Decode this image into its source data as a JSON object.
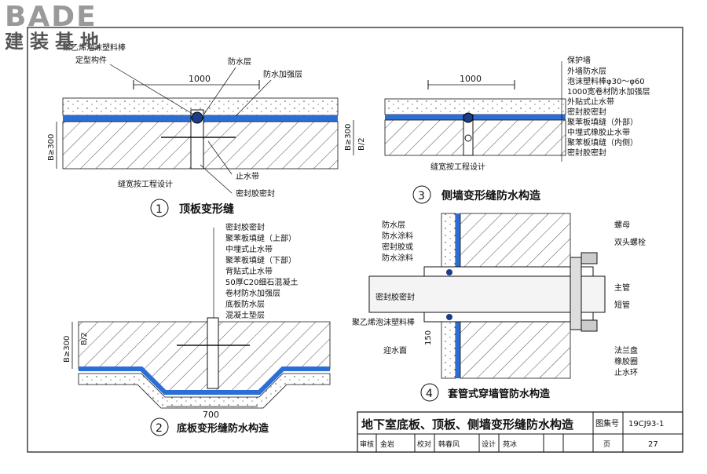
{
  "watermark": {
    "brand": "BADE",
    "cn": "建装基地"
  },
  "detail1": {
    "number": "1",
    "title": "顶板变形缝",
    "dim_width": "1000",
    "dim_height": "B≥300",
    "labels": {
      "foam": "聚乙烯泡沫塑料棒",
      "fixture": "定型构件",
      "waterproof": "防水层",
      "reinforce": "防水加强层",
      "waterstop": "止水带",
      "joint_width": "缝宽按工程设计",
      "sealant": "密封胶密封"
    }
  },
  "detail2": {
    "number": "2",
    "title": "底板变形缝防水构造",
    "dim_width": "700",
    "dim_height": "B≥300",
    "dim_half": "B/2",
    "labels": [
      "密封胶密封",
      "聚苯板填缝（上部）",
      "中埋式止水带",
      "聚苯板填缝（下部）",
      "背贴式止水带",
      "50厚C20细石混凝土",
      "卷材防水加强层",
      "底板防水层",
      "混凝土垫层"
    ]
  },
  "detail3": {
    "number": "3",
    "title": "侧墙变形缝防水构造",
    "dim_width": "1000",
    "dim_height": "B≥300",
    "dim_half": "B/2",
    "joint_width": "缝宽按工程设计",
    "labels": [
      "保护墙",
      "外墙防水层",
      "泡沫塑料棒φ30～φ60",
      "1000宽卷材防水加强层",
      "外贴式止水带",
      "密封胶密封",
      "聚苯板填缝（外部）",
      "中埋式橡胶止水带",
      "聚苯板填缝（内侧）",
      "密封胶密封"
    ]
  },
  "detail4": {
    "number": "4",
    "title": "套管式穿墙管防水构造",
    "dim_150": "150",
    "water_face": "迎水面",
    "left_labels": [
      "防水层",
      "防水涂料",
      "密封胶或",
      "防水涂料"
    ],
    "left_mid": "密封胶密封",
    "left_foam": "聚乙烯泡沫塑料棒",
    "right_labels": [
      "螺母",
      "双头螺栓",
      "主管",
      "短管",
      "法兰盘",
      "橡胶圈",
      "止水环"
    ]
  },
  "title_block": {
    "title": "地下室底板、顶板、侧墙变形缝防水构造",
    "atlas_label": "图集号",
    "atlas_no": "19CJ93-1",
    "review_label": "审核",
    "reviewer": "金岩",
    "check_label": "校对",
    "checker": "韩春风",
    "design_label": "设计",
    "designer": "苑冰",
    "page_label": "页",
    "page_no": "27"
  },
  "colors": {
    "blue": "#2a6fd6",
    "ink": "#111111"
  }
}
